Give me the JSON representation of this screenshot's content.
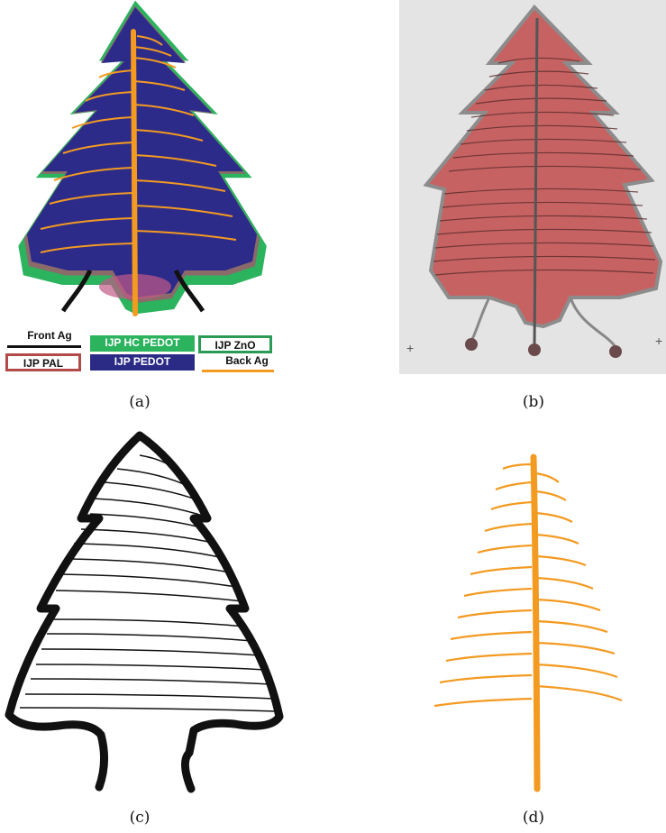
{
  "captions": {
    "a": "(a)",
    "b": "(b)",
    "c": "(c)",
    "d": "(d)"
  },
  "legend": {
    "front_ag": "Front Ag",
    "ijp_hc_pedot": "IJP HC PEDOT",
    "ijp_zno": "IJP ZnO",
    "ijp_pal": "IJP PAL",
    "ijp_pedot": "IJP PEDOT",
    "back_ag": "Back Ag"
  },
  "photo_markers": {
    "left": "+",
    "right": "+"
  },
  "colors": {
    "front_ag": "#111111",
    "hc_pedot": "#2bb35e",
    "zno": "#2a9a55",
    "pal": "#b24a4a",
    "pedot": "#2b2b86",
    "back_ag": "#f39a21",
    "photo_fill": "#c55c5c",
    "photo_bg": "#e4e4e4"
  },
  "icons": [
    "tree-diagram-layers",
    "tree-photo",
    "tree-outline-front-ag",
    "tree-back-ag-electrode"
  ]
}
